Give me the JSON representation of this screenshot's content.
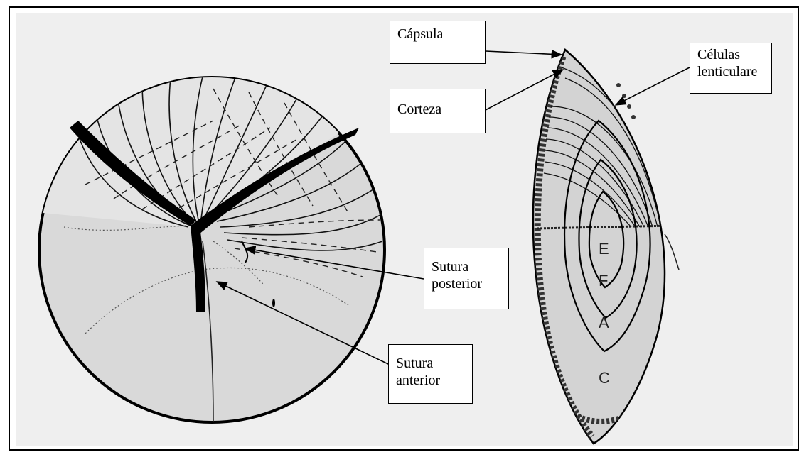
{
  "labels": {
    "capsula": "Cápsula",
    "corteza": "Corteza",
    "celulas_line1": "Células",
    "celulas_line2": "lenticulare",
    "sutura_posterior_line1": "Sutura",
    "sutura_posterior_line2": "posterior",
    "sutura_anterior_line1": "Sutura",
    "sutura_anterior_line2": "anterior"
  },
  "lens_zones": [
    "E",
    "F",
    "A",
    "C"
  ],
  "colors": {
    "panel_background": "#efefef",
    "lens_fill": "#d6d6d6",
    "line": "#000000"
  }
}
